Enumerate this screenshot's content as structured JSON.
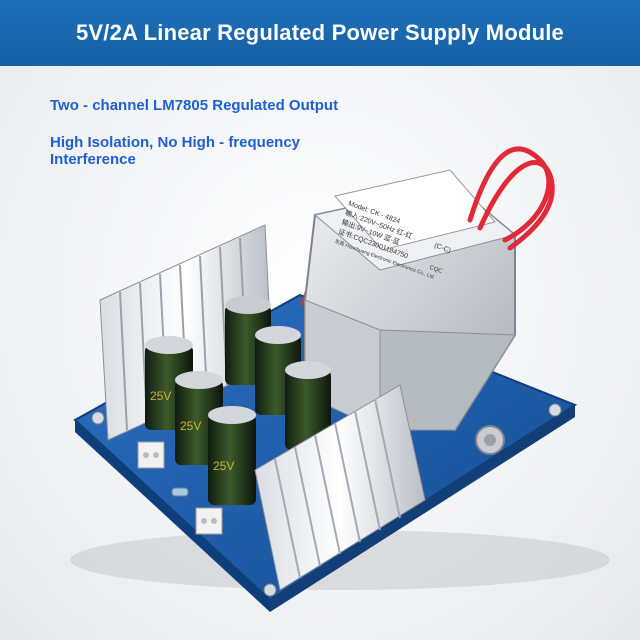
{
  "header": {
    "title": "5V/2A Linear Regulated Power Supply Module",
    "background_color": "#1a68b0"
  },
  "features": [
    {
      "text": "Two - channel LM7805 Regulated Output"
    },
    {
      "text": "High Isolation, No High - frequency Interference"
    }
  ],
  "accent_color": "#1f5fd0",
  "product": {
    "transformer_label": {
      "line1": "Model: CK - 4824",
      "line2": "输入:220V~50Hz 红-红",
      "line3": "输出:9V~10W 蓝-蓝",
      "line4": "证书:CQC23001184750",
      "line5": "东莞 Houchuang Electronic Electronics Co., Ltd.",
      "mark_cc": "(C-C)",
      "mark_cqc": "CQC"
    },
    "capacitor_voltage": "25V"
  }
}
